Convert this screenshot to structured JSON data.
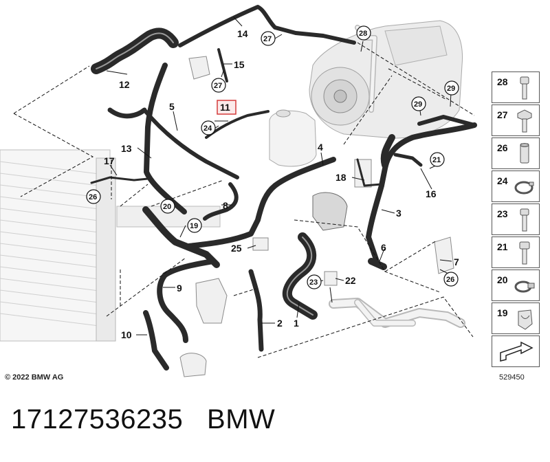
{
  "diagram": {
    "callouts": [
      {
        "id": "c14",
        "text": "14"
      },
      {
        "id": "c15",
        "text": "15"
      },
      {
        "id": "c12",
        "text": "12"
      },
      {
        "id": "c5",
        "text": "5"
      },
      {
        "id": "c13",
        "text": "13"
      },
      {
        "id": "c17",
        "text": "17"
      },
      {
        "id": "c8",
        "text": "8"
      },
      {
        "id": "c4",
        "text": "4"
      },
      {
        "id": "c18",
        "text": "18"
      },
      {
        "id": "c3",
        "text": "3"
      },
      {
        "id": "c16",
        "text": "16"
      },
      {
        "id": "c6",
        "text": "6"
      },
      {
        "id": "c7",
        "text": "7"
      },
      {
        "id": "c25",
        "text": "25"
      },
      {
        "id": "c22",
        "text": "22"
      },
      {
        "id": "c9",
        "text": "9"
      },
      {
        "id": "c10",
        "text": "10"
      },
      {
        "id": "c2",
        "text": "2"
      },
      {
        "id": "c1",
        "text": "1"
      }
    ],
    "circled": [
      {
        "id": "k27a",
        "text": "27"
      },
      {
        "id": "k28",
        "text": "28"
      },
      {
        "id": "k27b",
        "text": "27"
      },
      {
        "id": "k29a",
        "text": "29"
      },
      {
        "id": "k29b",
        "text": "29"
      },
      {
        "id": "k24",
        "text": "24"
      },
      {
        "id": "k21",
        "text": "21"
      },
      {
        "id": "k26a",
        "text": "26"
      },
      {
        "id": "k20",
        "text": "20"
      },
      {
        "id": "k19",
        "text": "19"
      },
      {
        "id": "k23",
        "text": "23"
      },
      {
        "id": "k26b",
        "text": "26"
      }
    ],
    "highlighted": {
      "text": "11",
      "color": "#d43a3a"
    }
  },
  "legend": [
    {
      "num": "28",
      "icon": "bolt-icon"
    },
    {
      "num": "27",
      "icon": "hex-bolt-icon"
    },
    {
      "num": "26",
      "icon": "nut-icon"
    },
    {
      "num": "24",
      "icon": "spring-clamp-icon"
    },
    {
      "num": "23",
      "icon": "bolt-icon"
    },
    {
      "num": "21",
      "icon": "bolt-icon"
    },
    {
      "num": "20",
      "icon": "hose-clamp-icon"
    },
    {
      "num": "19",
      "icon": "clip-icon"
    }
  ],
  "footer": {
    "copyright": "© 2022 BMW AG",
    "ref_number": "529450",
    "caption": "17127536235   BMW"
  }
}
